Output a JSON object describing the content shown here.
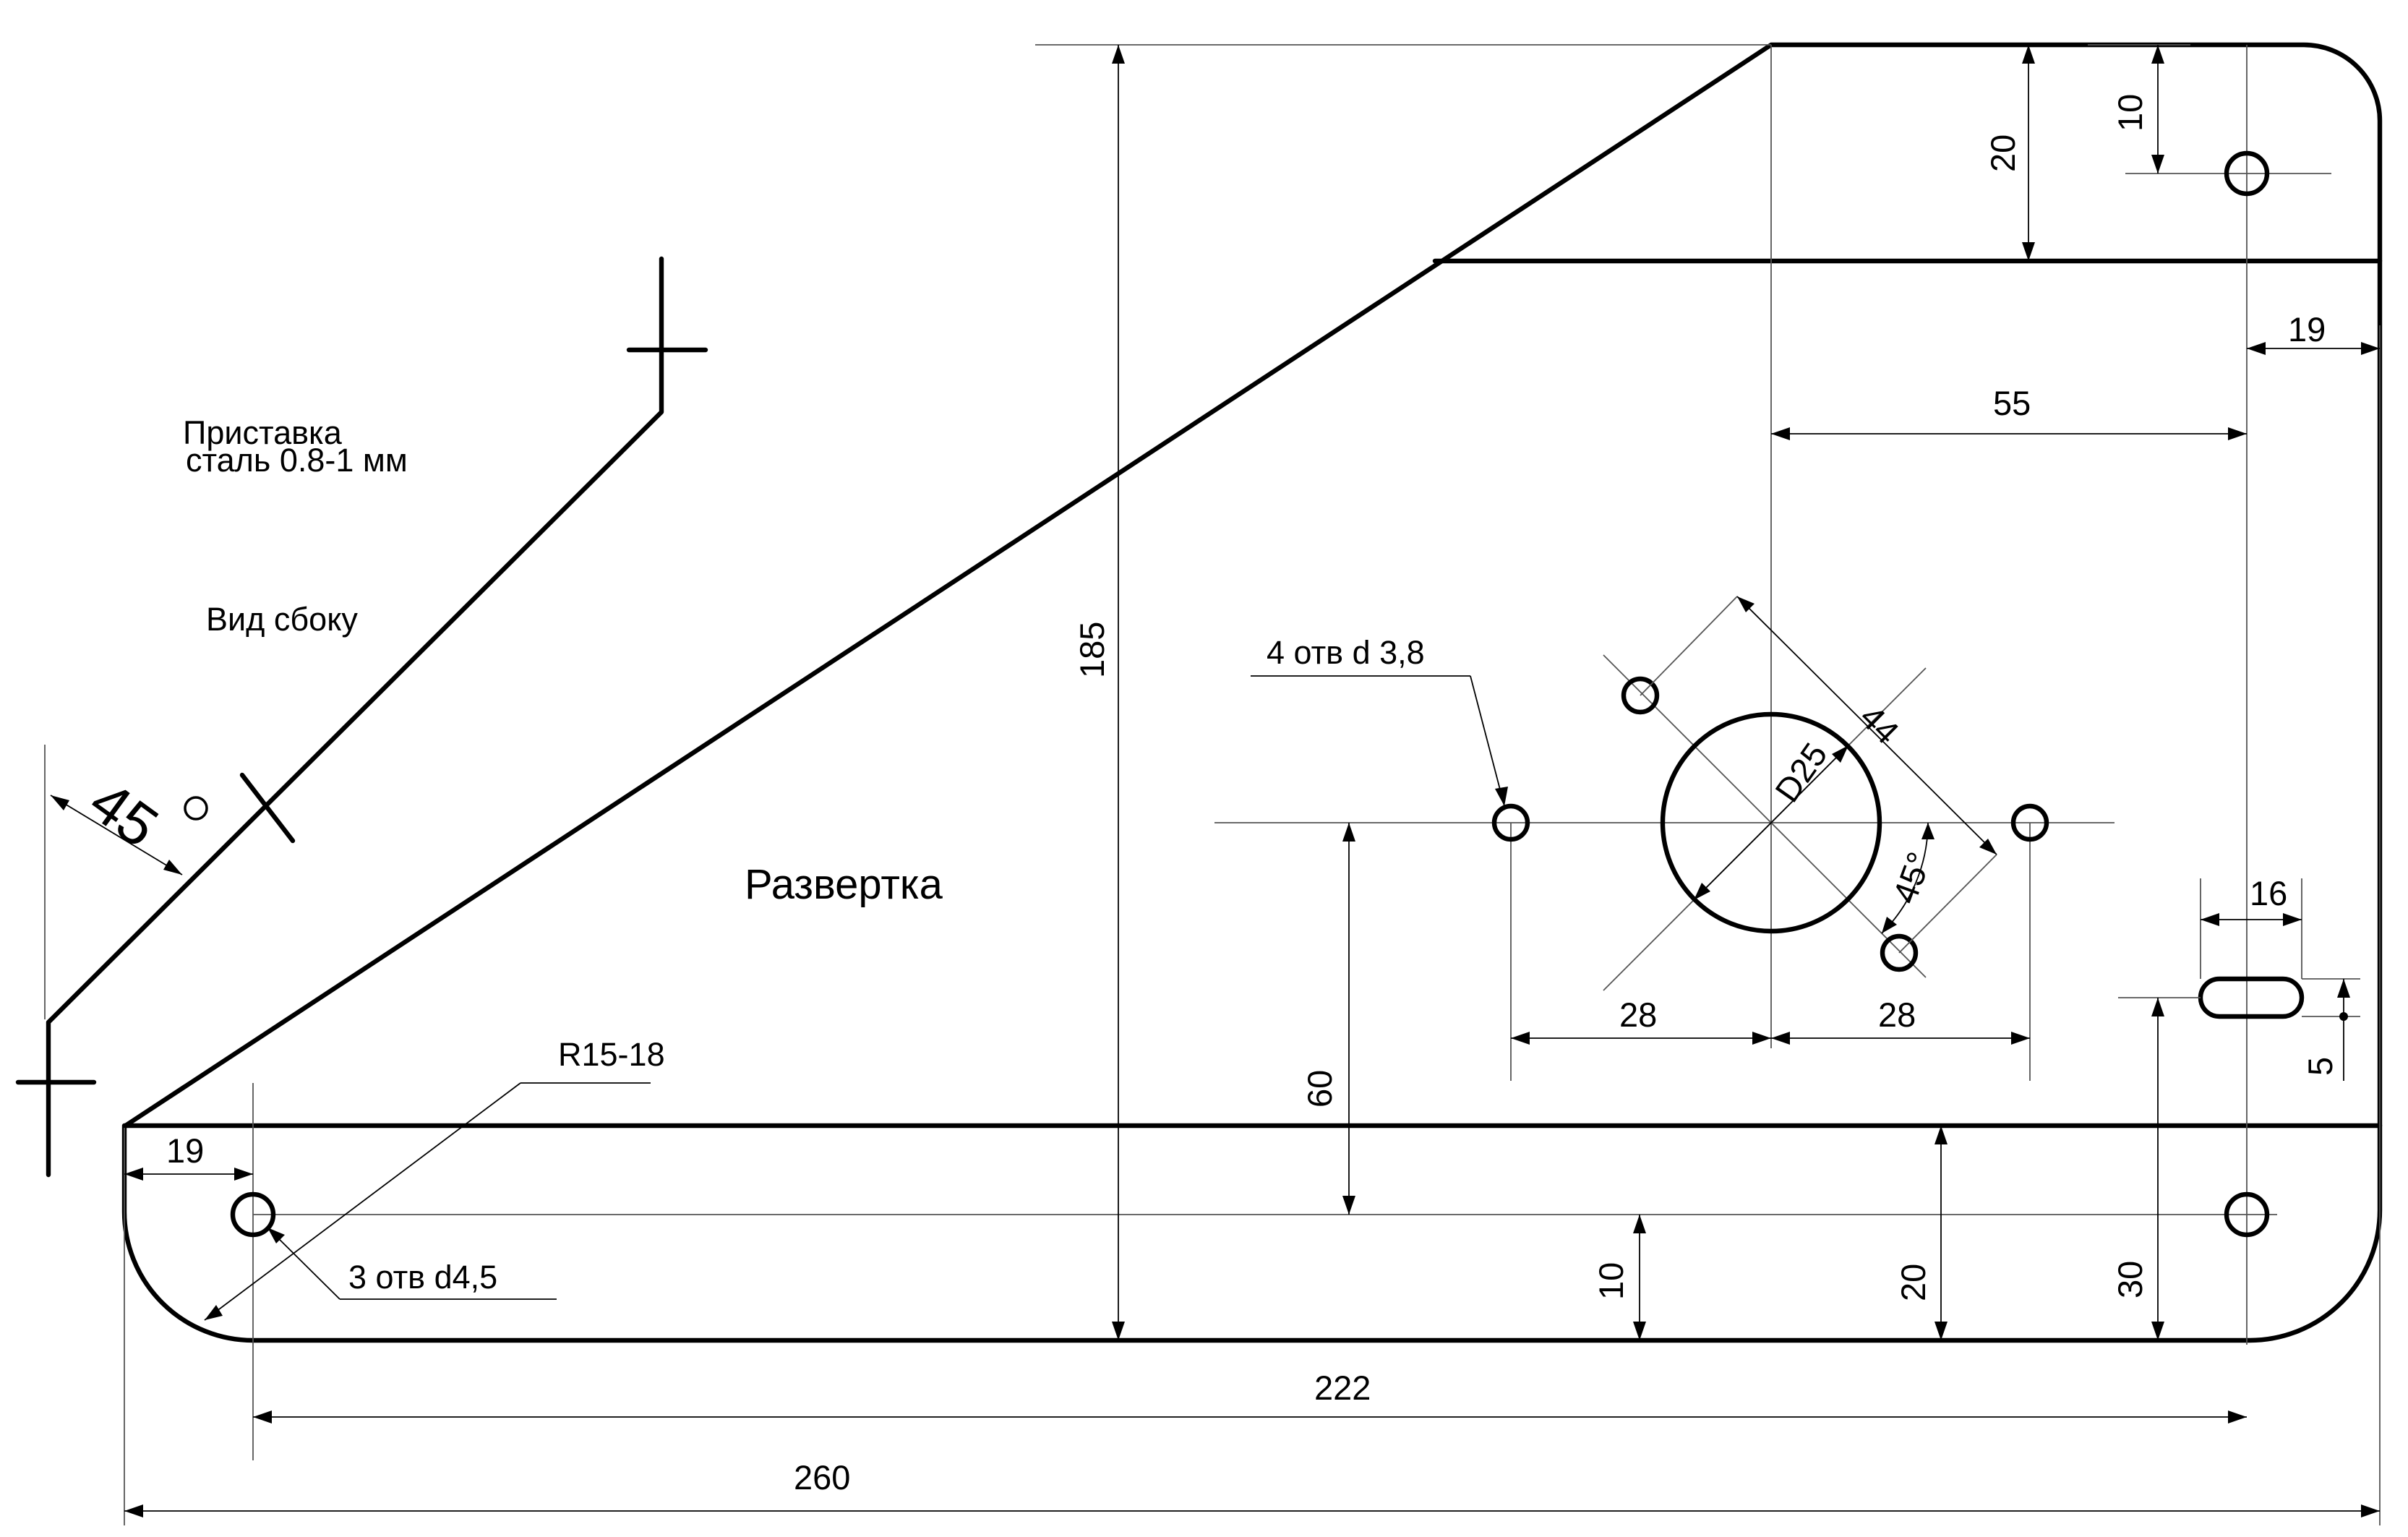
{
  "labels": {
    "title_line1": "Приставка",
    "title_line2": "сталь 0.8-1 мм",
    "side_view": "Вид сбоку",
    "angle": "45",
    "development": "Развертка",
    "four_holes": "4 отв d 3,8",
    "three_holes": "3 отв d4,5",
    "radius": "R15-18",
    "dia_25": "D25",
    "angle_45": "45°"
  },
  "dims": {
    "d185": "185",
    "d20_top": "20",
    "d10_top": "10",
    "d19_right": "19",
    "d55": "55",
    "d44": "44",
    "d16": "16",
    "d5": "5",
    "d28_left": "28",
    "d28_right": "28",
    "d60": "60",
    "d19_left": "19",
    "d10_bottom": "10",
    "d20_bottom": "20",
    "d30": "30",
    "d222": "222",
    "d260": "260"
  }
}
